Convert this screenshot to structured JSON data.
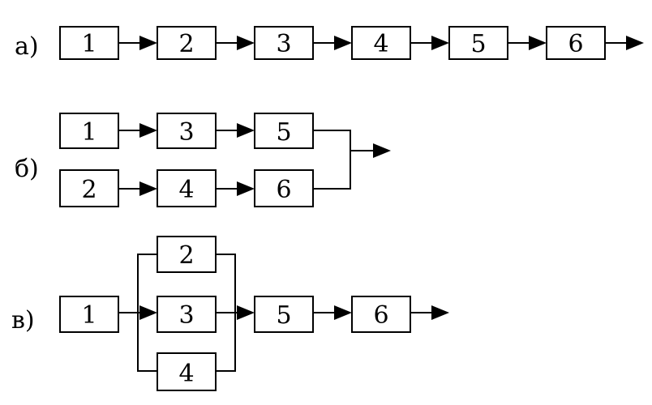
{
  "diagrams": [
    {
      "label": "а)",
      "blocks": [
        "1",
        "2",
        "3",
        "4",
        "5",
        "6"
      ]
    },
    {
      "label": "б)",
      "blocks": [
        "1",
        "3",
        "5",
        "2",
        "4",
        "6"
      ]
    },
    {
      "label": "в)",
      "blocks": [
        "1",
        "2",
        "3",
        "4",
        "5",
        "6"
      ]
    }
  ]
}
